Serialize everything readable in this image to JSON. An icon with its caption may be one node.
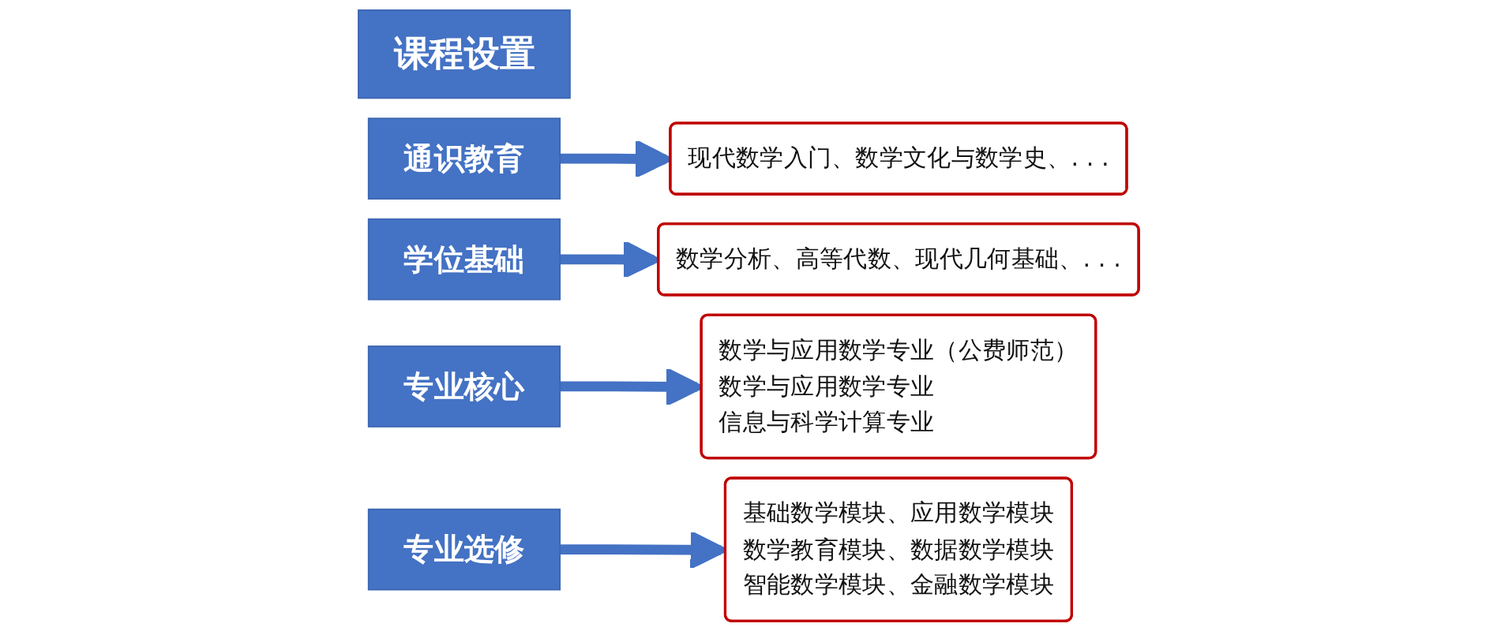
{
  "diagram": {
    "nodes": [
      {
        "text": [
          "课程设置"
        ]
      },
      {
        "text": [
          "通识教育"
        ]
      },
      {
        "text": [
          "现代数学入门、数学文化与数学史、. . ."
        ]
      },
      {
        "text": [
          "学位基础"
        ]
      },
      {
        "text": [
          "数学分析、高等代数、现代几何基础、. . ."
        ]
      },
      {
        "text": [
          "专业核心"
        ]
      },
      {
        "text": [
          "数学与应用数学专业（公费师范）",
          "数学与应用数学专业",
          "信息与科学计算专业"
        ]
      },
      {
        "text": [
          "专业选修"
        ]
      },
      {
        "text": [
          "基础数学模块、应用数学模块",
          "数学教育模块、数据数学模块",
          "智能数学模块、金融数学模块"
        ]
      }
    ],
    "edges": [
      {
        "from": 1,
        "to": 2,
        "arrow": "to"
      },
      {
        "from": 3,
        "to": 4,
        "arrow": "to"
      },
      {
        "from": 5,
        "to": 6,
        "arrow": "to"
      },
      {
        "from": 7,
        "to": 8,
        "arrow": "to"
      }
    ]
  }
}
